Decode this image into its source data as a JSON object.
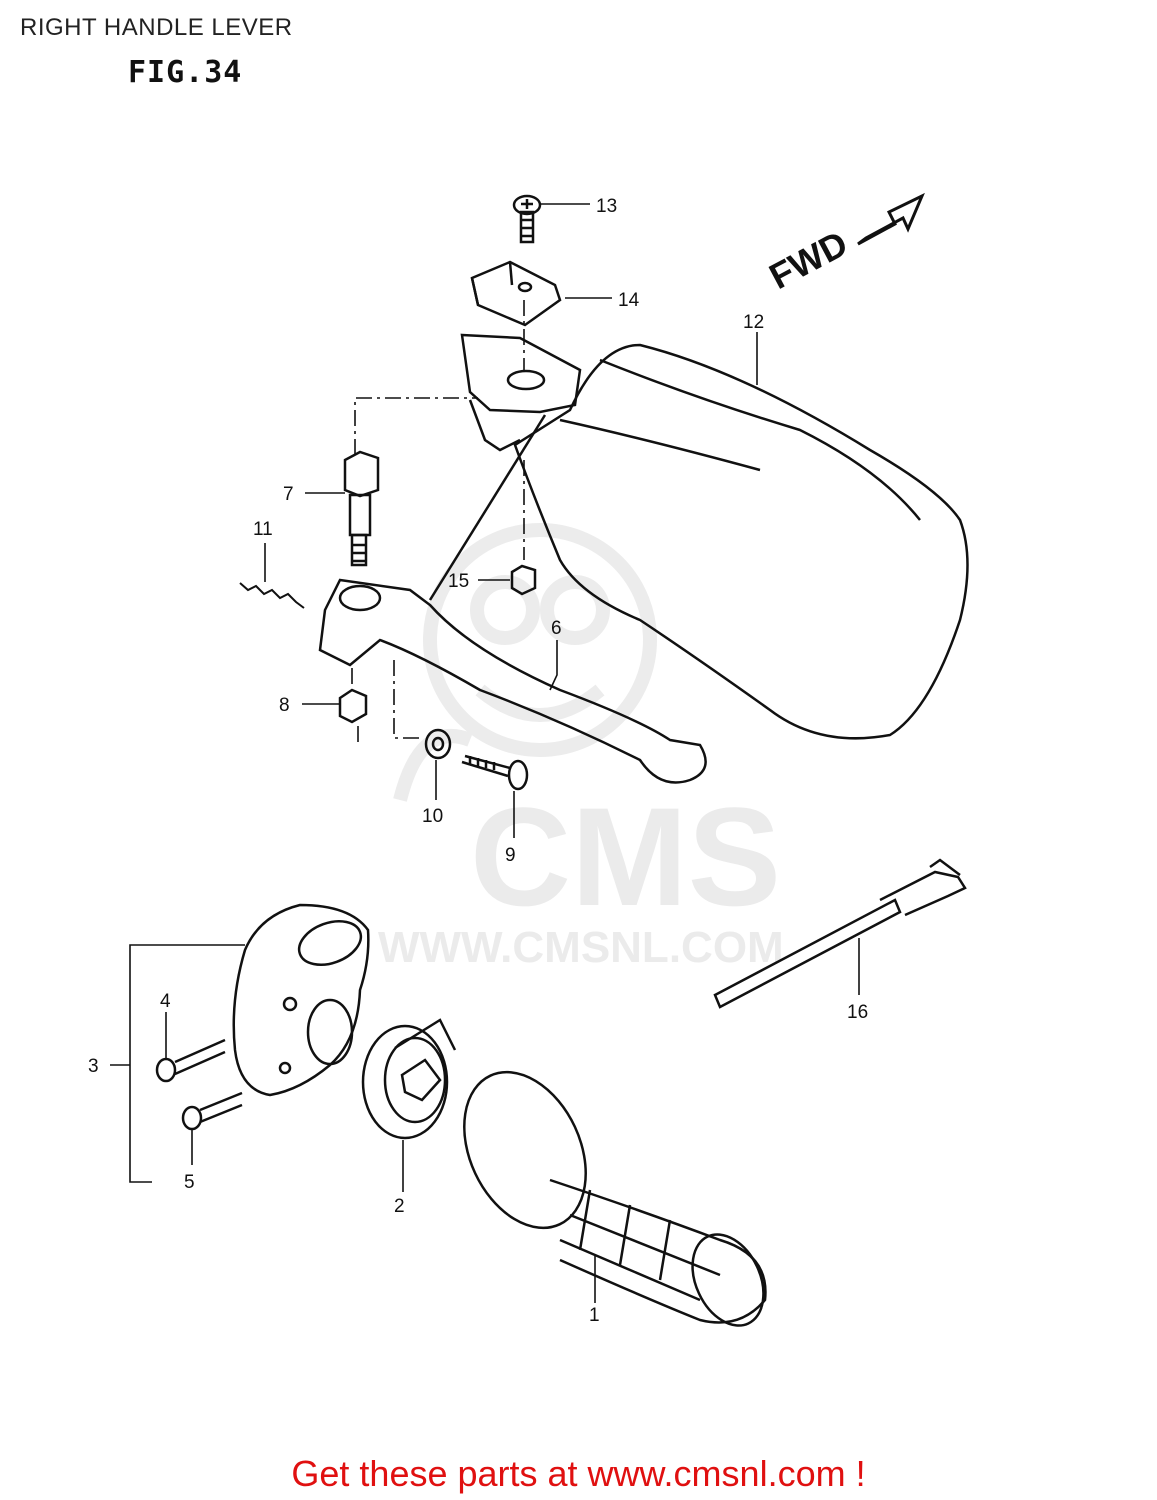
{
  "header": {
    "title": "RIGHT HANDLE LEVER"
  },
  "figure": {
    "label": "FIG.34",
    "direction_marker": "FWD"
  },
  "watermark": {
    "brand": "CMS",
    "url": "WWW.CMSNL.COM"
  },
  "callouts": {
    "c1": "1",
    "c2": "2",
    "c3": "3",
    "c4": "4",
    "c5": "5",
    "c6": "6",
    "c7": "7",
    "c8": "8",
    "c9": "9",
    "c10": "10",
    "c11": "11",
    "c12": "12",
    "c13": "13",
    "c14": "14",
    "c15": "15",
    "c16": "16"
  },
  "footer": {
    "link_text": "Get these parts at www.cmsnl.com !"
  },
  "colors": {
    "footer_link": "#e01010",
    "line_art": "#111111",
    "watermark": "#ebebeb"
  }
}
